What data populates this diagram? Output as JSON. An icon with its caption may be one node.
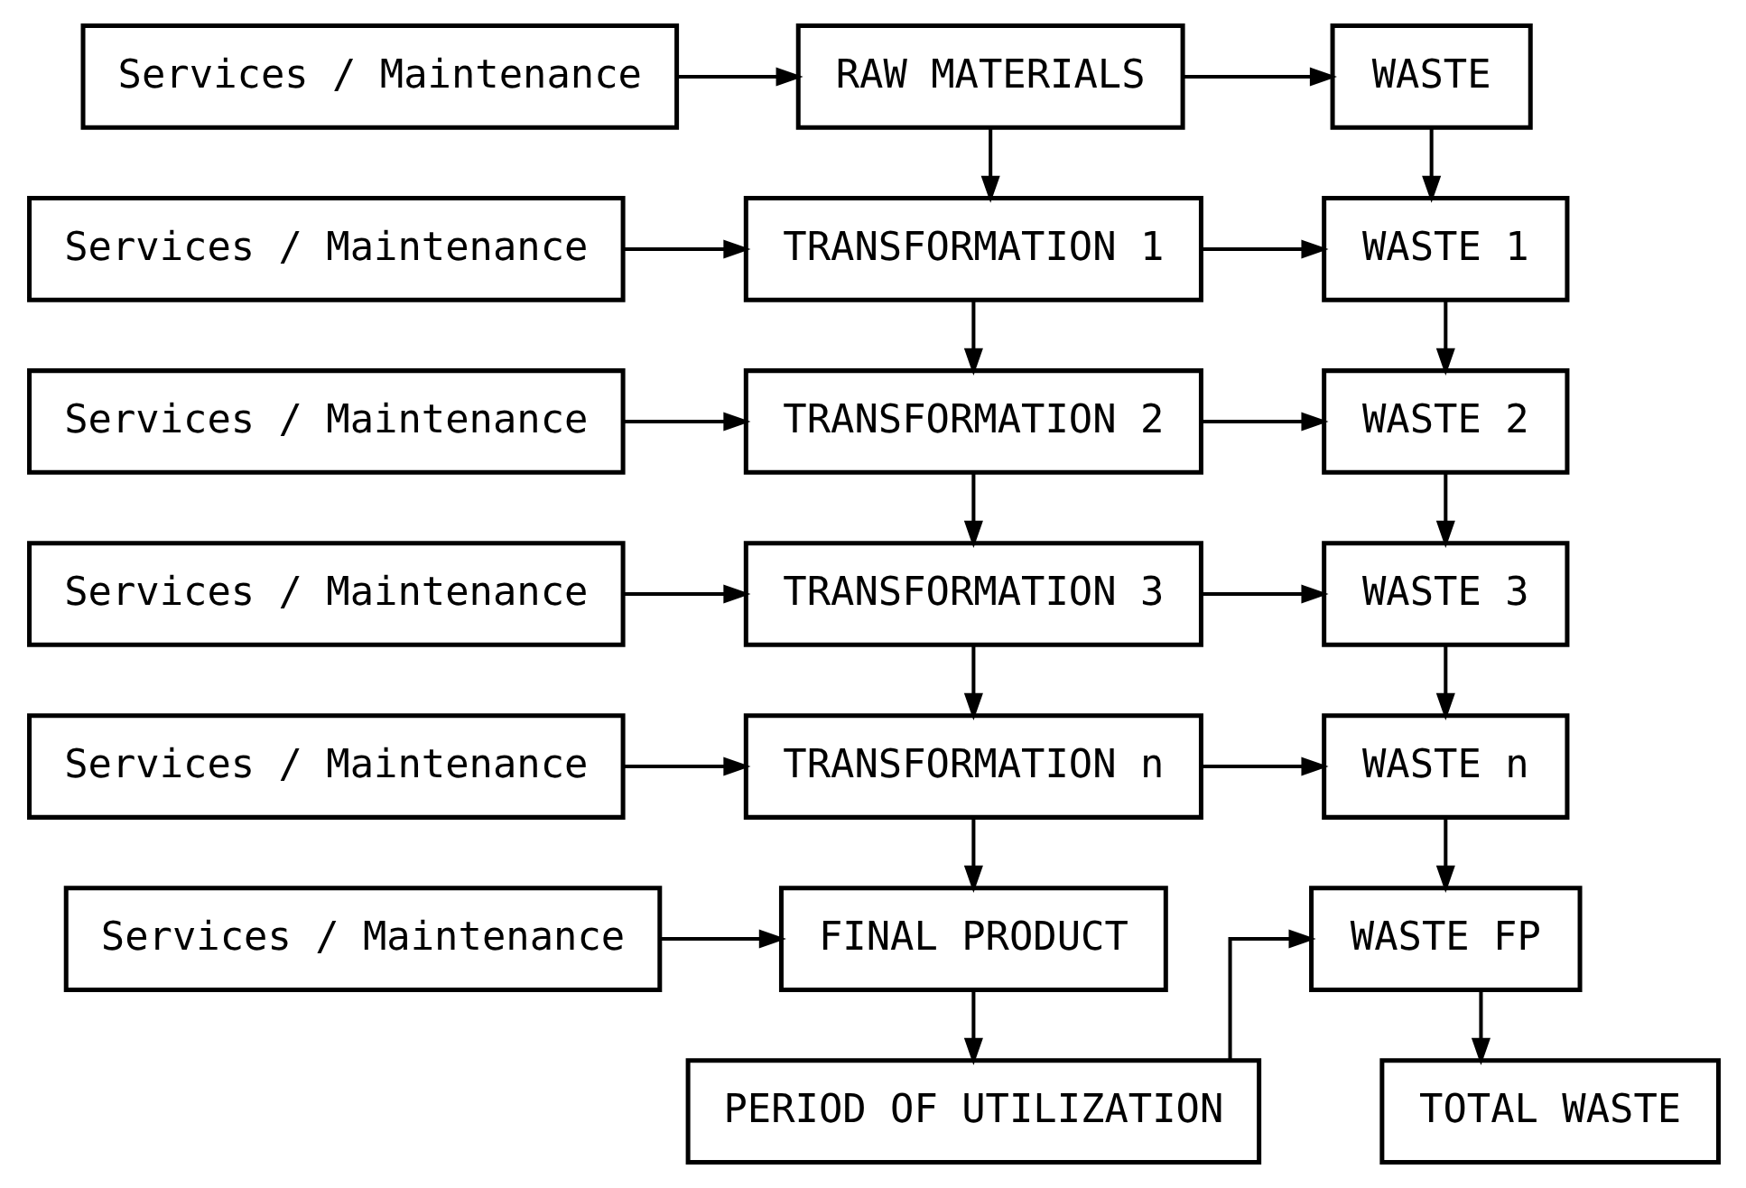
{
  "diagram": {
    "nodes": [
      {
        "text": [
          "Services / Maintenance"
        ]
      },
      {
        "text": [
          "RAW MATERIALS"
        ]
      },
      {
        "text": [
          "WASTE"
        ]
      },
      {
        "text": [
          "Services / Maintenance"
        ]
      },
      {
        "text": [
          "TRANSFORMATION 1"
        ]
      },
      {
        "text": [
          "WASTE 1"
        ]
      },
      {
        "text": [
          "Services / Maintenance"
        ]
      },
      {
        "text": [
          "TRANSFORMATION 2"
        ]
      },
      {
        "text": [
          "WASTE 2"
        ]
      },
      {
        "text": [
          "Services / Maintenance"
        ]
      },
      {
        "text": [
          "TRANSFORMATION 3"
        ]
      },
      {
        "text": [
          "WASTE 3"
        ]
      },
      {
        "text": [
          "Services / Maintenance"
        ]
      },
      {
        "text": [
          "TRANSFORMATION n"
        ]
      },
      {
        "text": [
          "WASTE n"
        ]
      },
      {
        "text": [
          "Services / Maintenance"
        ]
      },
      {
        "text": [
          "FINAL PRODUCT"
        ]
      },
      {
        "text": [
          "WASTE FP"
        ]
      },
      {
        "text": [
          "PERIOD OF UTILIZATION"
        ]
      },
      {
        "text": [
          "TOTAL WASTE"
        ]
      }
    ],
    "edges": [
      {
        "from": 0,
        "to": 1,
        "arrow": "to"
      },
      {
        "from": 1,
        "to": 2,
        "arrow": "to"
      },
      {
        "from": 1,
        "to": 4,
        "arrow": "to"
      },
      {
        "from": 2,
        "to": 5,
        "arrow": "to"
      },
      {
        "from": 3,
        "to": 4,
        "arrow": "to"
      },
      {
        "from": 4,
        "to": 5,
        "arrow": "to"
      },
      {
        "from": 4,
        "to": 7,
        "arrow": "to"
      },
      {
        "from": 5,
        "to": 8,
        "arrow": "to"
      },
      {
        "from": 6,
        "to": 7,
        "arrow": "to"
      },
      {
        "from": 7,
        "to": 8,
        "arrow": "to"
      },
      {
        "from": 7,
        "to": 10,
        "arrow": "to"
      },
      {
        "from": 8,
        "to": 11,
        "arrow": "to"
      },
      {
        "from": 9,
        "to": 10,
        "arrow": "to"
      },
      {
        "from": 10,
        "to": 11,
        "arrow": "to"
      },
      {
        "from": 10,
        "to": 13,
        "arrow": "to"
      },
      {
        "from": 11,
        "to": 14,
        "arrow": "to"
      },
      {
        "from": 12,
        "to": 13,
        "arrow": "to"
      },
      {
        "from": 13,
        "to": 14,
        "arrow": "to"
      },
      {
        "from": 13,
        "to": 16,
        "arrow": "to"
      },
      {
        "from": 14,
        "to": 17,
        "arrow": "to"
      },
      {
        "from": 15,
        "to": 16,
        "arrow": "to"
      },
      {
        "from": 16,
        "to": 18,
        "arrow": "to"
      },
      {
        "from": 18,
        "to": 17,
        "arrow": "to"
      },
      {
        "from": 17,
        "to": 19,
        "arrow": "to"
      }
    ]
  }
}
